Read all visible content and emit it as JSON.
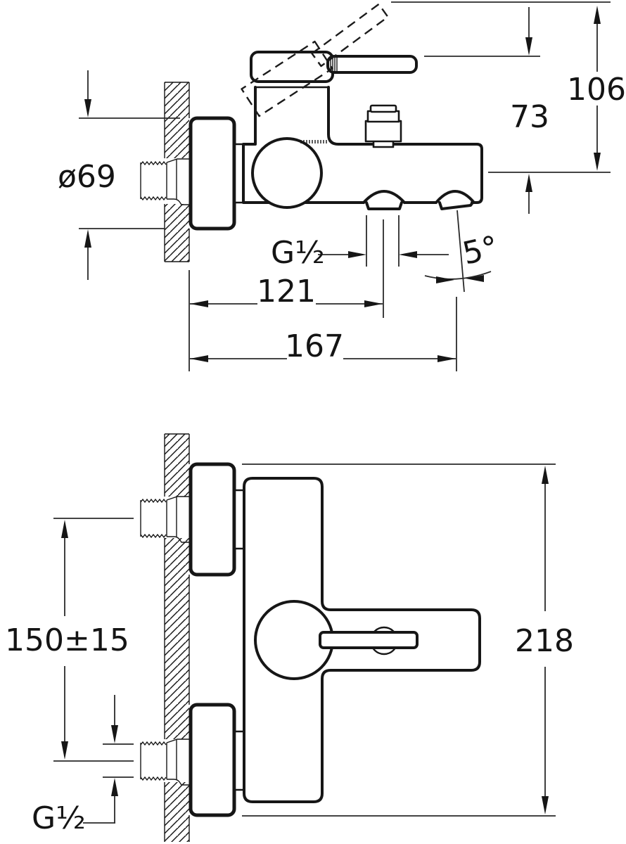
{
  "drawing": {
    "title": "bath-mixer-dimension-drawing",
    "line_color": "#161616",
    "background": "#ffffff",
    "views": {
      "side": {
        "labels": {
          "flange_diameter": "ø69",
          "outlet_thread": "G½",
          "shower_outlet_offset": "121",
          "spout_reach": "167",
          "lever_height": "73",
          "lever_raised_height": "106",
          "spout_angle": "5°"
        }
      },
      "plan": {
        "labels": {
          "inlet_spacing": "150±15",
          "overall_height": "218",
          "inlet_thread": "G½"
        }
      }
    }
  }
}
